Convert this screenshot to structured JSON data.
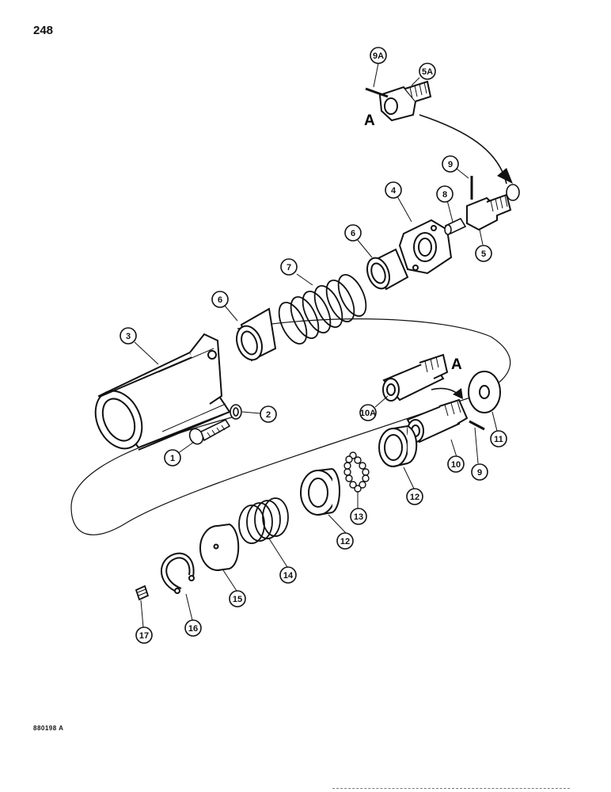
{
  "page": {
    "number": "248",
    "figure_id": "880198 A"
  },
  "diagram": {
    "view_letters": [
      "A",
      "A"
    ],
    "callouts": [
      "1",
      "2",
      "3",
      "4",
      "5",
      "5A",
      "6",
      "6",
      "7",
      "8",
      "9",
      "9",
      "9A",
      "10",
      "10A",
      "11",
      "12",
      "12",
      "13",
      "14",
      "15",
      "16",
      "17"
    ]
  }
}
